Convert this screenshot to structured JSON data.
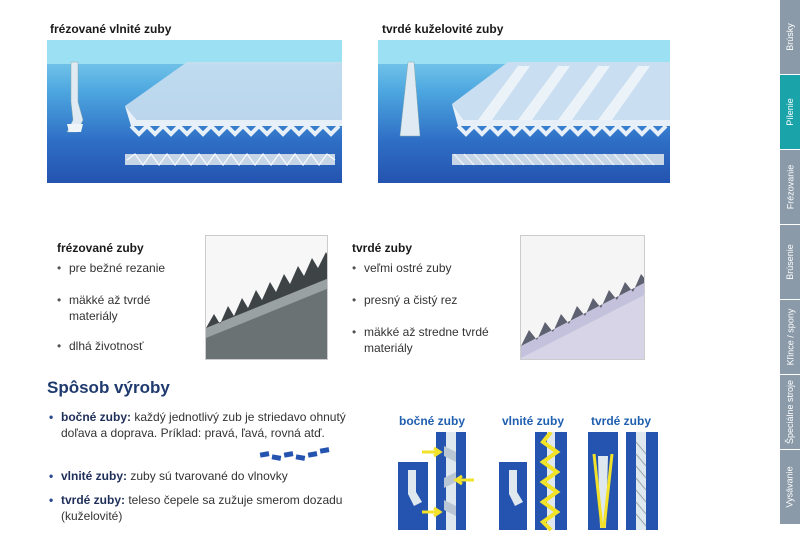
{
  "top": {
    "left_heading": "frézované vlnité zuby",
    "right_heading": "tvrdé kuželovité zuby"
  },
  "middle": {
    "milled": {
      "title": "frézované zuby",
      "items": [
        "pre bežné rezanie",
        "mäkké až tvrdé materiály",
        "dlhá životnosť"
      ]
    },
    "hard": {
      "title": "tvrdé zuby",
      "items": [
        "veľmi ostré zuby",
        "presný a čistý rez",
        "mäkké až stredne tvrdé materiály"
      ]
    }
  },
  "production": {
    "title": "Spôsob výroby",
    "items": [
      {
        "term": "bočné zuby:",
        "text": " každý jednotlivý zub je striedavo ohnutý doľava a doprava. Príklad: pravá, ľavá, rovná  atď."
      },
      {
        "term": "vlnité zuby:",
        "text": " zuby sú tvarované do vlnovky"
      },
      {
        "term": "tvrdé zuby:",
        "text": " teleso čepele sa zužuje smerom dozadu (kuželovité)"
      }
    ]
  },
  "diagrams": {
    "labels": [
      "bočné zuby",
      "vlnité zuby",
      "tvrdé zuby"
    ]
  },
  "sidebar": {
    "tabs": [
      {
        "label": "Brúsky",
        "color": "#8a9aa8"
      },
      {
        "label": "Pílenie",
        "color": "#1aa3a8"
      },
      {
        "label": "Frézovanie",
        "color": "#8a9aa8"
      },
      {
        "label": "Brúsenie",
        "color": "#8a9aa8"
      },
      {
        "label": "Kľince / spony",
        "color": "#8a9aa8"
      },
      {
        "label": "Špeciálne stroje",
        "color": "#8a9aa8"
      },
      {
        "label": "Vysávanie",
        "color": "#8a9aa8"
      }
    ]
  },
  "colors": {
    "accent": "#1aa3a8",
    "title": "#1f3a6e",
    "diagram_blue": "#2453b0",
    "highlight_yellow": "#f2e22a"
  }
}
